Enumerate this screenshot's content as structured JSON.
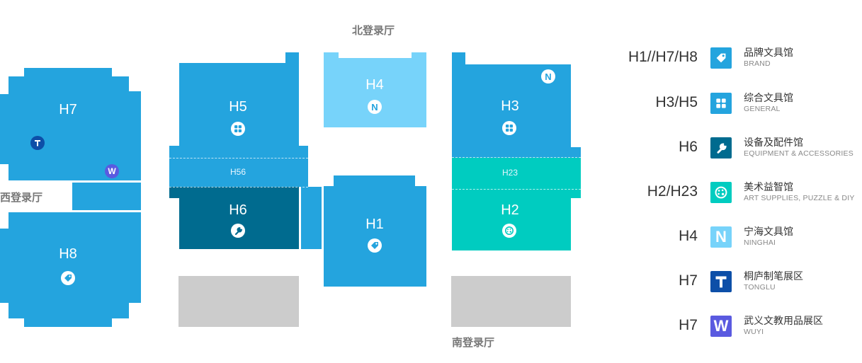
{
  "colors": {
    "general_blue": "#24a4de",
    "light_blue": "#77d3fa",
    "dark_teal": "#006b8f",
    "mint": "#00ccc0",
    "gray": "#cccccc",
    "tonglu_navy": "#0d4fa8",
    "wuyi_purple": "#5a5ae0"
  },
  "entrances": {
    "north": "北登录厅",
    "west": "西登录厅",
    "south": "南登录厅"
  },
  "halls": {
    "h7": "H7",
    "h8": "H8",
    "h5": "H5",
    "h56": "H56",
    "h6": "H6",
    "h4": "H4",
    "h1": "H1",
    "h3": "H3",
    "h23": "H23",
    "h2": "H2"
  },
  "legend": [
    {
      "halls": "H1//H7/H8",
      "name_cn": "品牌文具馆",
      "name_en": "BRAND",
      "icon": "tag-icon",
      "color": "#24a4de"
    },
    {
      "halls": "H3/H5",
      "name_cn": "综合文具馆",
      "name_en": "GENERAL",
      "icon": "grid-icon",
      "color": "#24a4de"
    },
    {
      "halls": "H6",
      "name_cn": "设备及配件馆",
      "name_en": "EQUIPMENT & ACCESSORIES",
      "icon": "wrench-icon",
      "color": "#006b8f"
    },
    {
      "halls": "H2/H23",
      "name_cn": "美术益智馆",
      "name_en": "ART SUPPLIES, PUZZLE & DIY",
      "icon": "palette-icon",
      "color": "#00ccc0"
    },
    {
      "halls": "H4",
      "name_cn": "宁海文具馆",
      "name_en": "NINGHAI",
      "icon": "ninghai-n-icon",
      "color": "#77d3fa",
      "glyph": "N"
    },
    {
      "halls": "H7",
      "name_cn": "桐庐制笔展区",
      "name_en": "TONGLU",
      "icon": "tonglu-t-icon",
      "color": "#0d4fa8",
      "glyph": "T"
    },
    {
      "halls": "H7",
      "name_cn": "武义文教用品展区",
      "name_en": "WUYI",
      "icon": "wuyi-w-icon",
      "color": "#5a5ae0",
      "glyph": "W"
    }
  ]
}
